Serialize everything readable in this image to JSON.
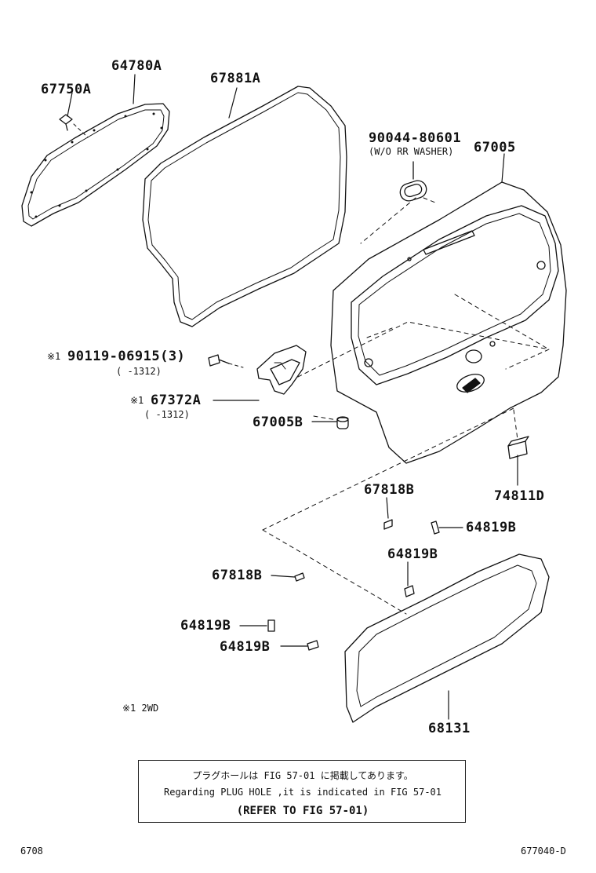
{
  "parts": {
    "p67750a": "67750A",
    "p64780a": "64780A",
    "p67881a": "67881A",
    "p90044": "90044-80601",
    "p90044_note": "(W/O RR WASHER)",
    "p67005": "67005",
    "p90119": "90119-06915(3)",
    "p90119_note": "(      -1312)",
    "p67372a": "67372A",
    "p67372a_note": "(      -1312)",
    "p67005b": "67005B",
    "p74811d": "74811D",
    "p67818b_a": "67818B",
    "p64819b_a": "64819B",
    "p64819b_b": "64819B",
    "p67818b_b": "67818B",
    "p64819b_c": "64819B",
    "p64819b_d": "64819B",
    "p68131": "68131"
  },
  "marks": {
    "mark_90119": "※1",
    "mark_67372a": "※1"
  },
  "footnote": "※1 2WD",
  "note": {
    "jp": "プラグホールは FIG 57-01 に掲載してあります。",
    "en": "Regarding PLUG HOLE ,it is indicated in FIG 57-01",
    "refer": "(REFER TO FIG 57-01)"
  },
  "footer": {
    "left": "6708",
    "right": "677040-D"
  }
}
